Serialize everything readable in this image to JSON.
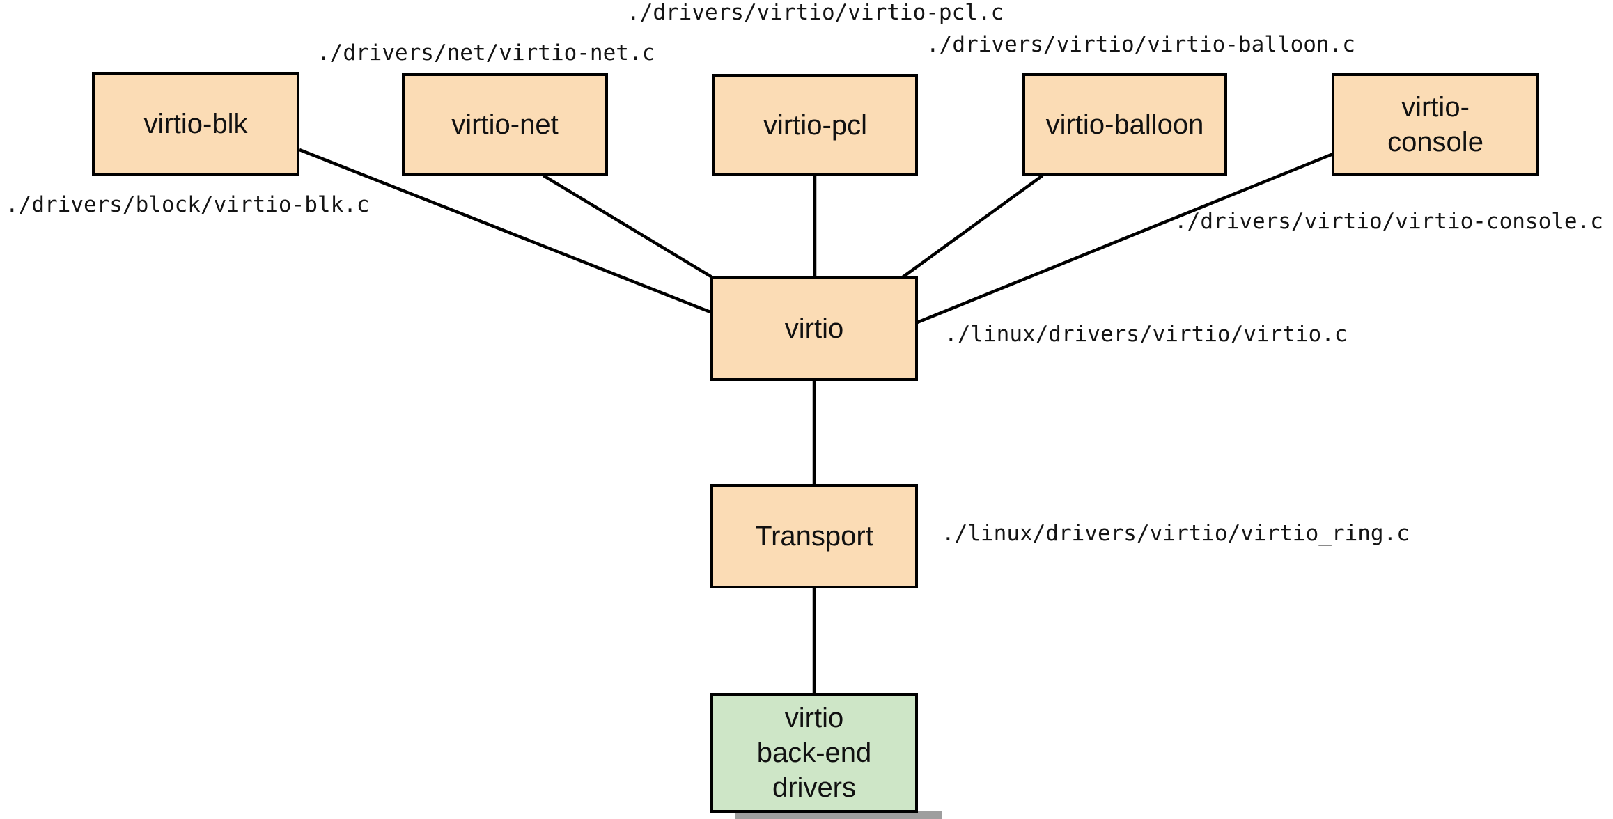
{
  "nodes": {
    "blk": {
      "label": "virtio-blk"
    },
    "net": {
      "label": "virtio-net"
    },
    "pcl": {
      "label": "virtio-pcl"
    },
    "balloon": {
      "label": "virtio-balloon"
    },
    "console": {
      "lines": [
        "virtio-",
        "console"
      ]
    },
    "virtio": {
      "label": "virtio"
    },
    "transport": {
      "label": "Transport"
    },
    "backend": {
      "lines": [
        "virtio",
        "back-end",
        "drivers"
      ]
    }
  },
  "path_labels": {
    "pcl": "./drivers/virtio/virtio-pcl.c",
    "net": "./drivers/net/virtio-net.c",
    "balloon": "./drivers/virtio/virtio-balloon.c",
    "blk": "./drivers/block/virtio-blk.c",
    "console": "./drivers/virtio/virtio-console.c",
    "virtio": "./linux/drivers/virtio/virtio.c",
    "ring": "./linux/drivers/virtio/virtio_ring.c"
  },
  "colors": {
    "driver_box_fill": "#fbdcb5",
    "backend_box_fill": "#cee6c7",
    "box_border": "#000000",
    "connector": "#000000",
    "background": "#ffffff",
    "shadow": "#9e9e9e"
  }
}
